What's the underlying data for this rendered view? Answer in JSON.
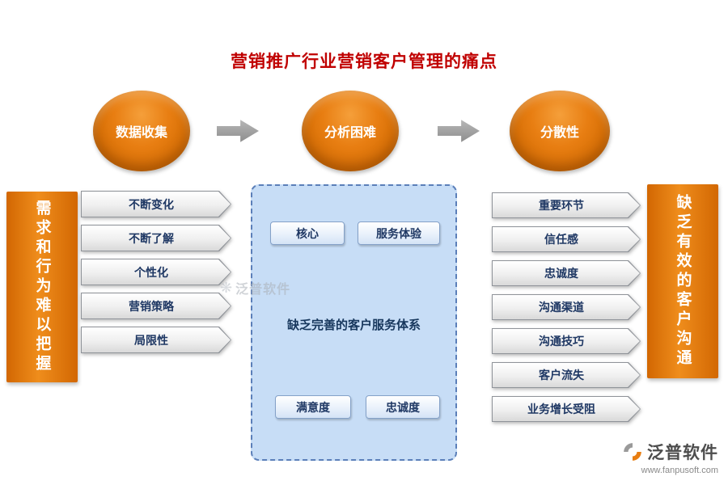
{
  "title": "营销推广行业营销客户管理的痛点",
  "top_flow": {
    "nodes": [
      "数据收集",
      "分析困难",
      "分散性"
    ]
  },
  "left_banner": "需求和行为难以把握",
  "right_banner": "缺乏有效的客户沟通",
  "left_items": [
    "不断变化",
    "不断了解",
    "个性化",
    "营销策略",
    "局限性"
  ],
  "center": {
    "top_buttons": [
      "核心",
      "服务体验"
    ],
    "text": "缺乏完善的客户服务体系",
    "bottom_buttons": [
      "满意度",
      "忠诚度"
    ]
  },
  "right_items": [
    "重要环节",
    "信任感",
    "忠诚度",
    "沟通渠道",
    "沟通技巧",
    "客户流失",
    "业务增长受阻"
  ],
  "watermark": "泛普软件",
  "footer": {
    "name": "泛普软件",
    "url": "www.fanpusoft.com"
  },
  "colors": {
    "orange": "#e87e12",
    "navy": "#1f3864",
    "red": "#c00000",
    "panel_blue": "#c7ddf6"
  }
}
